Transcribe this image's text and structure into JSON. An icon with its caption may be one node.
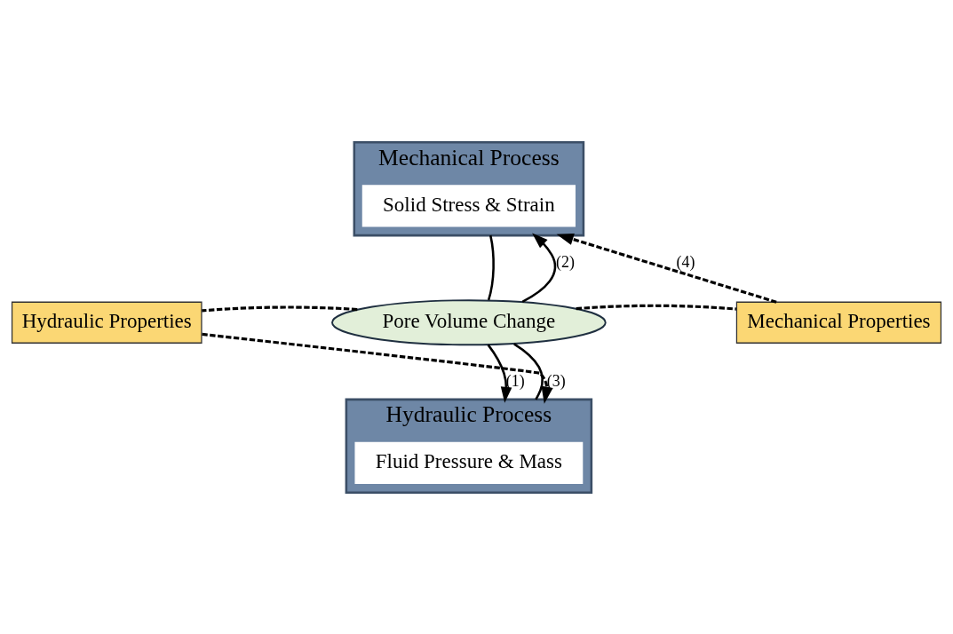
{
  "diagram": {
    "nodes": [
      {
        "text": [
          "Mechanical Process"
        ]
      },
      {
        "text": [
          "Solid Stress & Strain"
        ],
        "in": 0
      },
      {
        "text": [
          "Pore Volume Change"
        ]
      },
      {
        "text": [
          "Hydraulic Process"
        ]
      },
      {
        "text": [
          "Fluid Pressure & Mass"
        ],
        "in": 3
      },
      {
        "text": [
          "Mechanical Properties"
        ]
      },
      {
        "text": [
          "Hydraulic Properties"
        ]
      }
    ],
    "edges": [
      {
        "from": 0,
        "to": 2,
        "arrow": "none"
      },
      {
        "from": 2,
        "to": 0,
        "arrow": "to",
        "label": "(2)"
      },
      {
        "from": 2,
        "to": 3,
        "arrow": "to",
        "label": "(1)"
      },
      {
        "from": 3,
        "to": 2,
        "arrow": "none"
      },
      {
        "from": 2,
        "to": 6,
        "arrow": "none",
        "style": "dashed"
      },
      {
        "from": 6,
        "to": 3,
        "arrow": "to",
        "label": "(3)",
        "style": "dashed"
      },
      {
        "from": 2,
        "to": 5,
        "arrow": "none",
        "style": "dashed"
      },
      {
        "from": 5,
        "to": 0,
        "arrow": "to",
        "label": "(4)",
        "style": "dashed"
      }
    ]
  }
}
